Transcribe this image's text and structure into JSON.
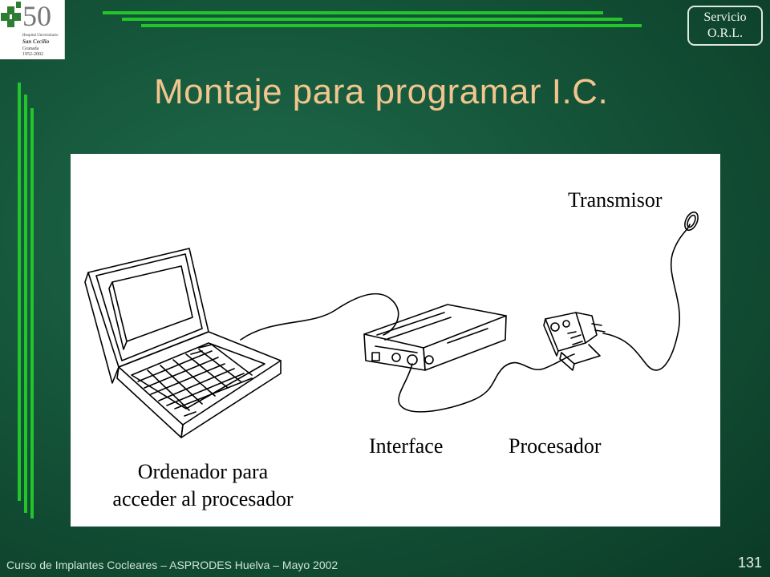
{
  "logo": {
    "number": "50",
    "line1": "Hospital Universitario",
    "line2": "San Cecilio",
    "line3": "Granada",
    "line4": "1952-2002",
    "cross_color": "#2e7d32"
  },
  "badge": {
    "line1": "Servicio",
    "line2": "O.R.L."
  },
  "title": "Montaje para programar I.C.",
  "figure": {
    "label_transmisor": "Transmisor",
    "label_interface": "Interface",
    "label_procesador": "Procesador",
    "label_ordenador_1": "Ordenador para",
    "label_ordenador_2": "acceder al procesador"
  },
  "footer": "Curso de Implantes Cocleares – ASPRODES Huelva – Mayo 2002",
  "page_number": "131",
  "colors": {
    "title": "#f1c58d",
    "accent_lines": "#22c52a",
    "background": "#15553a"
  }
}
